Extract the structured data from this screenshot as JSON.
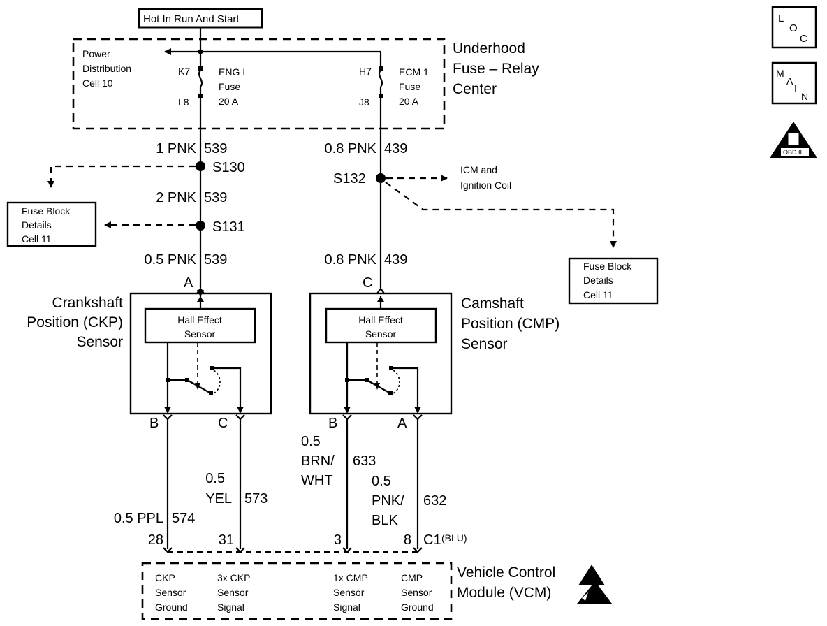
{
  "header": {
    "hot_label": "Hot In Run And Start"
  },
  "icons": {
    "loc": [
      "L",
      "O",
      "C"
    ],
    "main": [
      "M",
      "A",
      "I",
      "N"
    ],
    "obd": "OBD II"
  },
  "fuse_center": {
    "title_lines": [
      "Underhood",
      "Fuse – Relay",
      "Center"
    ],
    "pdc_lines": [
      "Power",
      "Distribution",
      "Cell 10"
    ],
    "left_fuse": {
      "top_pin": "K7",
      "bottom_pin": "L8",
      "lines": [
        "ENG I",
        "Fuse",
        "20 A"
      ]
    },
    "right_fuse": {
      "top_pin": "H7",
      "bottom_pin": "J8",
      "lines": [
        "ECM 1",
        "Fuse",
        "20 A"
      ]
    }
  },
  "left_branch": {
    "wire1": {
      "gauge": "1 PNK",
      "circuit": "539"
    },
    "splice1": "S130",
    "wire2": {
      "gauge": "2 PNK",
      "circuit": "539"
    },
    "splice2": "S131",
    "wire3": {
      "gauge": "0.5 PNK",
      "circuit": "539"
    },
    "fuse_block": [
      "Fuse Block",
      "Details",
      "Cell 11"
    ]
  },
  "right_branch": {
    "wire1": {
      "gauge": "0.8 PNK",
      "circuit": "439"
    },
    "splice": "S132",
    "icm": [
      "ICM and",
      "Ignition Coil"
    ],
    "wire2": {
      "gauge": "0.8 PNK",
      "circuit": "439"
    },
    "fuse_block": [
      "Fuse Block",
      "Details",
      "Cell 11"
    ]
  },
  "ckp_sensor": {
    "title_lines": [
      "Crankshaft",
      "Position (CKP)",
      "Sensor"
    ],
    "top_pin": "A",
    "hall_lines": [
      "Hall Effect",
      "Sensor"
    ],
    "pin_b": "B",
    "pin_c": "C"
  },
  "cmp_sensor": {
    "title_lines": [
      "Camshaft",
      "Position (CMP)",
      "Sensor"
    ],
    "top_pin": "C",
    "hall_lines": [
      "Hall Effect",
      "Sensor"
    ],
    "pin_b": "B",
    "pin_a": "A"
  },
  "lower_wires": {
    "ckp_ground": {
      "gauge": "0.5 PPL",
      "circuit": "574",
      "vcm_pin": "28"
    },
    "ckp_signal": {
      "gauge_lines": [
        "0.5",
        "YEL"
      ],
      "circuit": "573",
      "vcm_pin": "31"
    },
    "cmp_signal": {
      "gauge_lines": [
        "0.5",
        "BRN/",
        "WHT"
      ],
      "circuit": "633",
      "vcm_pin": "3"
    },
    "cmp_ground": {
      "gauge_lines": [
        "0.5",
        "PNK/",
        "BLK"
      ],
      "circuit": "632",
      "vcm_pin": "8"
    },
    "connector": {
      "name": "C1",
      "color": "(BLU)"
    }
  },
  "vcm": {
    "title_lines": [
      "Vehicle Control",
      "Module (VCM)"
    ],
    "cells": [
      [
        "CKP",
        "Sensor",
        "Ground"
      ],
      [
        "3x CKP",
        "Sensor",
        "Signal"
      ],
      [
        "1x CMP",
        "Sensor",
        "Signal"
      ],
      [
        "CMP",
        "Sensor",
        "Ground"
      ]
    ]
  }
}
